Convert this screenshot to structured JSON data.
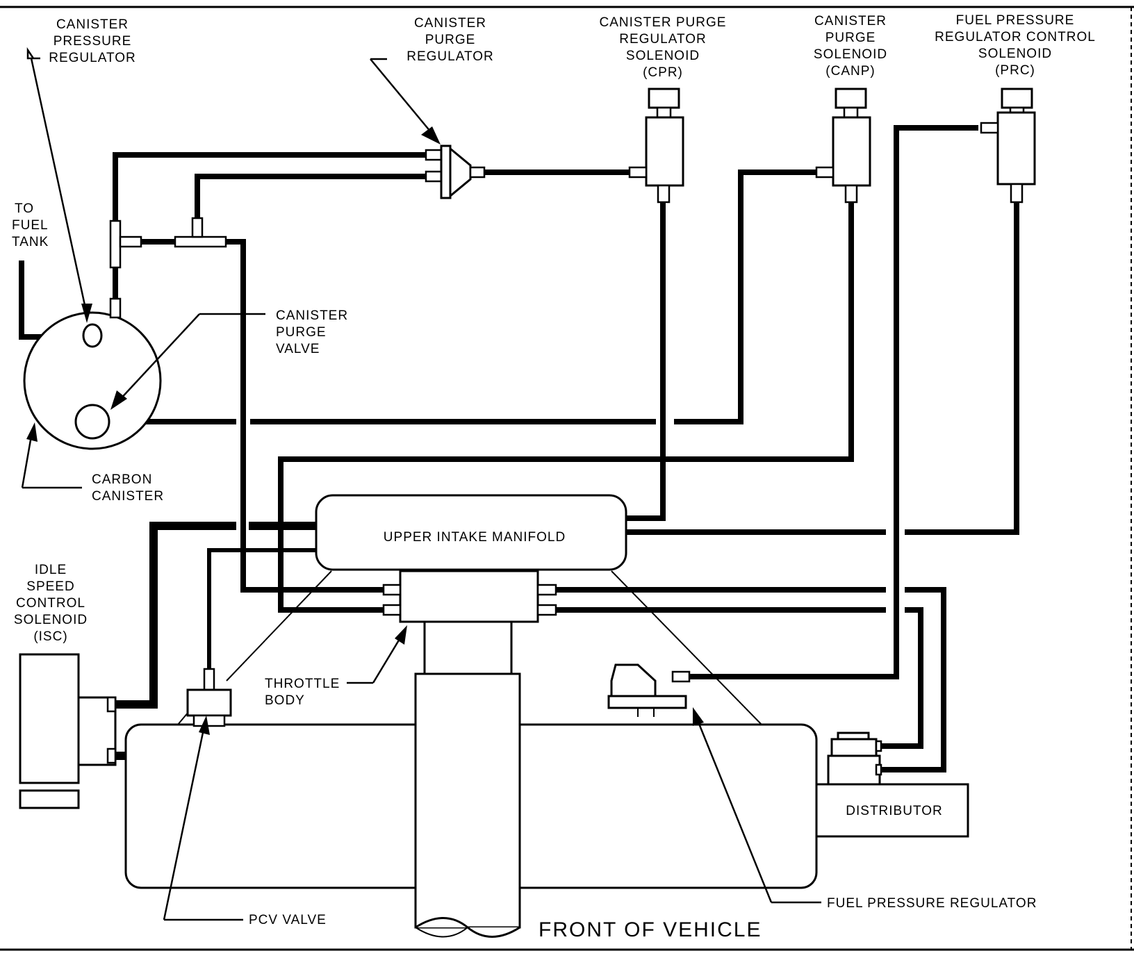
{
  "labels": {
    "canister_pressure_regulator": [
      "CANISTER",
      "PRESSURE",
      "REGULATOR"
    ],
    "canister_purge_regulator": [
      "CANISTER",
      "PURGE",
      "REGULATOR"
    ],
    "cpr_solenoid": [
      "CANISTER PURGE",
      "REGULATOR",
      "SOLENOID",
      "(CPR)"
    ],
    "canp_solenoid": [
      "CANISTER",
      "PURGE",
      "SOLENOID",
      "(CANP)"
    ],
    "prc_solenoid": [
      "FUEL PRESSURE",
      "REGULATOR CONTROL",
      "SOLENOID",
      "(PRC)"
    ],
    "to_fuel_tank": [
      "TO",
      "FUEL",
      "TANK"
    ],
    "canister_purge_valve": [
      "CANISTER",
      "PURGE",
      "VALVE"
    ],
    "carbon_canister": [
      "CARBON",
      "CANISTER"
    ],
    "upper_intake_manifold": "UPPER INTAKE MANIFOLD",
    "isc_solenoid": [
      "IDLE",
      "SPEED",
      "CONTROL",
      "SOLENOID",
      "(ISC)"
    ],
    "throttle_body": [
      "THROTTLE",
      "BODY"
    ],
    "distributor": "DISTRIBUTOR",
    "fuel_pressure_regulator": "FUEL PRESSURE REGULATOR",
    "pcv_valve": "PCV VALVE",
    "front_of_vehicle": "FRONT OF VEHICLE"
  },
  "colors": {
    "line": "#000000",
    "background": "#ffffff"
  }
}
